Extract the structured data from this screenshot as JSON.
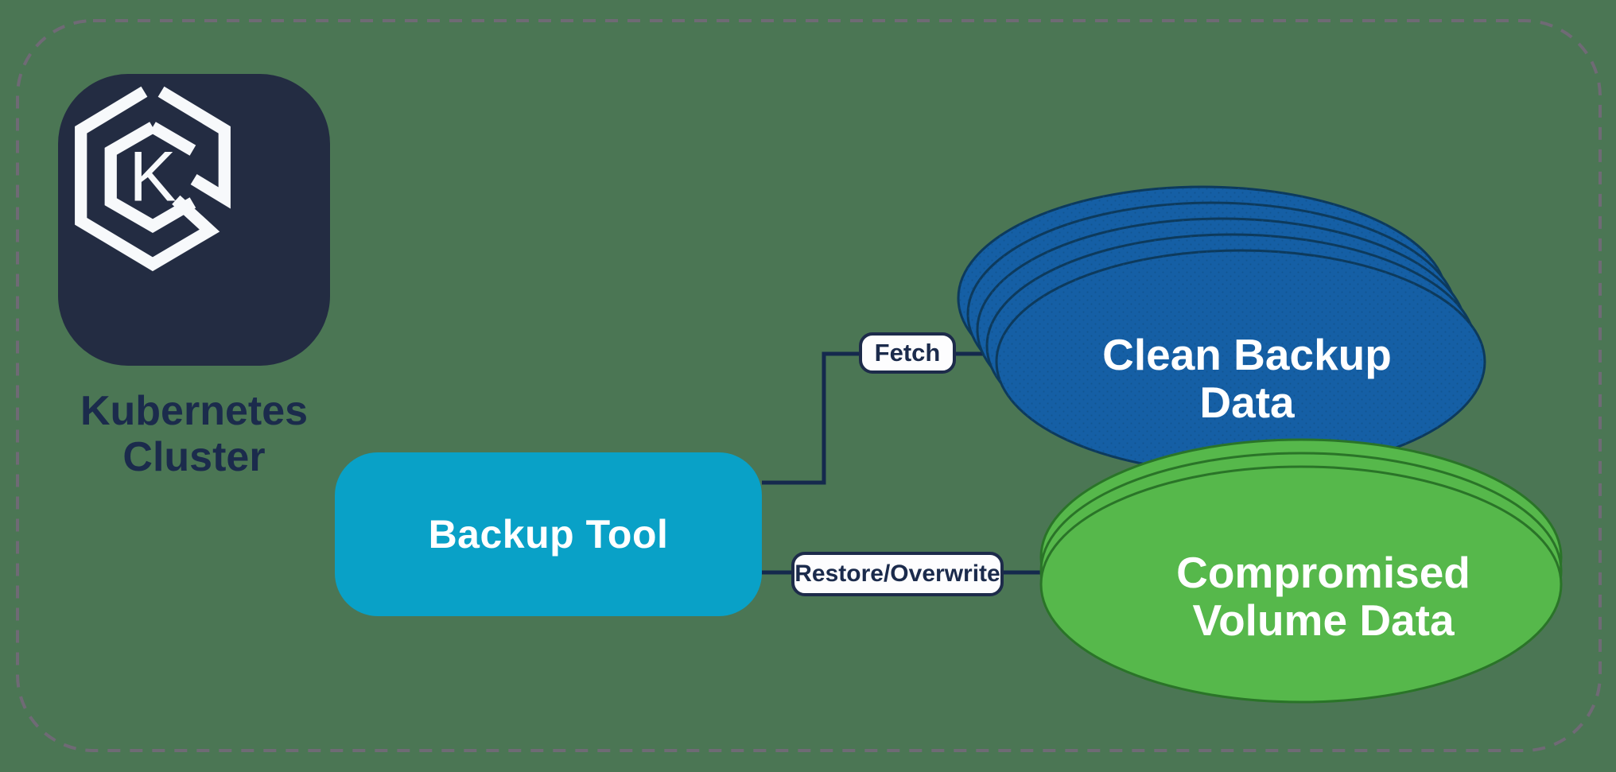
{
  "canvas": {
    "bg_color": "#4b7654",
    "dashed_border_color": "#6f6a75"
  },
  "kubernetes": {
    "label": "Kubernetes\nCluster",
    "icon_letter": "K",
    "icon_bg": "#232c42",
    "label_color": "#1b2b4c"
  },
  "backup_tool": {
    "label": "Backup Tool",
    "fill": "#09a1c7"
  },
  "edges": {
    "line_color": "#15294d",
    "fetch": {
      "label": "Fetch"
    },
    "restore": {
      "label": "Restore/Overwrite"
    }
  },
  "clean_backup": {
    "label": "Clean Backup\nData",
    "fill": "#155fa5",
    "dot_color": "#0f4c82",
    "layers": 5
  },
  "compromised_volume": {
    "label": "Compromised\nVolume Data",
    "fill": "#56b84b",
    "layers": 3
  }
}
